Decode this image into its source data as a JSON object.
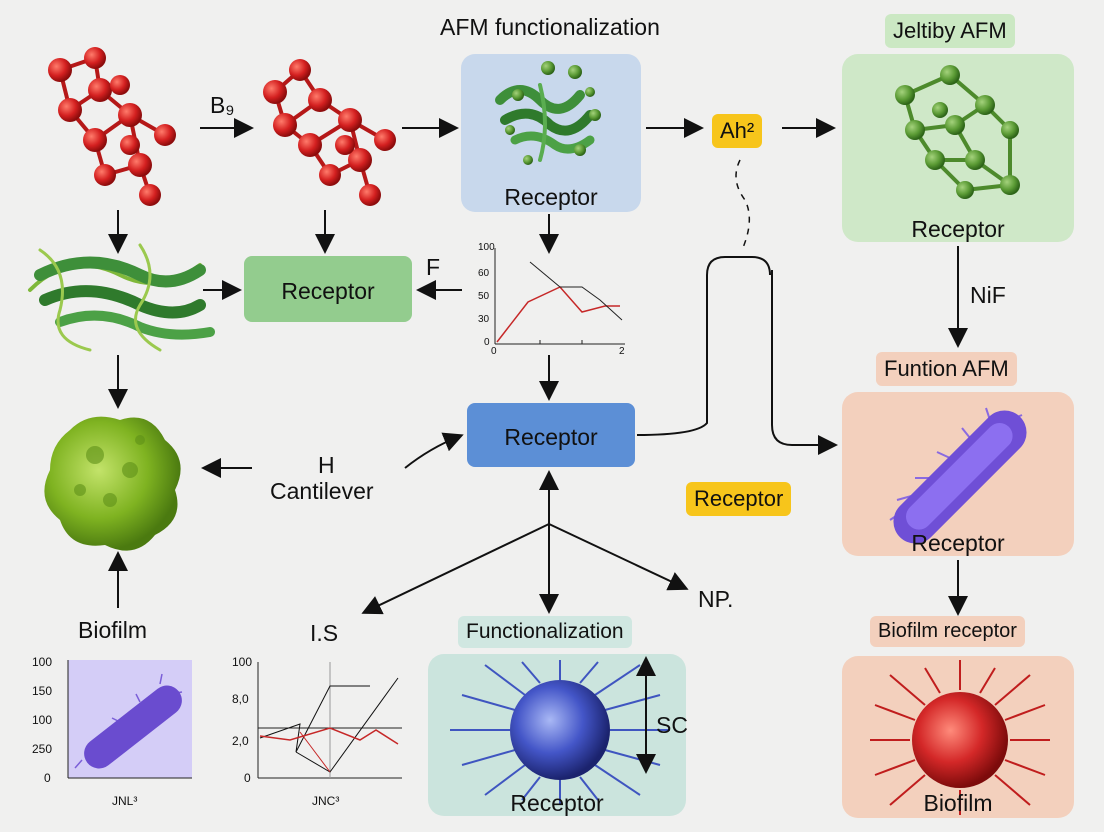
{
  "header": {
    "title": "AFM functionalization"
  },
  "labels": {
    "b9": "B₉",
    "f": "F",
    "h": "H",
    "cantilever": "Cantilever",
    "biofilm_left": "Biofilm",
    "is": "I.S",
    "np": "NP.",
    "nif": "NiF",
    "sc": "SC"
  },
  "nodes": {
    "top_receptor": "Receptor",
    "mid_left_receptor": "Receptor",
    "center_receptor": "Receptor",
    "right_top_receptor": "Receptor",
    "right_mid_receptor": "Receptor",
    "bottom_center_receptor": "Receptor",
    "right_bottom_biofilm": "Biofilm",
    "floating_receptor": "Receptor"
  },
  "tags": {
    "ah2": "Ah²",
    "jeltiby": "Jeltiby AFM",
    "funtion": "Funtion AFM",
    "biofilm_receptor": "Biofilm receptor",
    "functionalization": "Functionalization"
  },
  "mini_chart_top": {
    "y_ticks": [
      "100",
      "60",
      "50",
      "30",
      "0"
    ],
    "x_ticks": [
      "0",
      "2"
    ]
  },
  "mini_chart_left": {
    "y_ticks": [
      "100",
      "150",
      "100",
      "250",
      "0"
    ],
    "x_label": "JNL³"
  },
  "mini_chart_mid": {
    "y_ticks": [
      "100",
      "8,0",
      "2,0",
      "0"
    ],
    "x_label": "JNC³"
  },
  "colors": {
    "red_molecule": "#d42020",
    "green_protein": "#3f8f35",
    "receptor_green_box": "#93cc8e",
    "receptor_blue_box": "#5c8fd6",
    "light_blue_box": "#c8d8ec",
    "light_green_box": "#cfe8c8",
    "pink_box": "#f3d0bd",
    "teal_box": "#cbe4dd",
    "yellow_tag": "#f7c51b"
  }
}
